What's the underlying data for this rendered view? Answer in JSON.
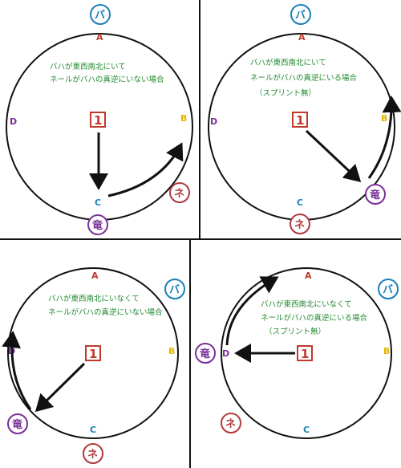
{
  "colors": {
    "divider": "#111111",
    "circle": "#111111",
    "arrow": "#111111",
    "note_text": "#1e8a2e",
    "marker_box": "#c0392b",
    "A": "#c0392b",
    "B": "#e2b400",
    "C": "#1a7fb8",
    "D": "#7a2f9a",
    "ba_token": "#1a7fb8",
    "ne_token": "#b03a3a",
    "ryu_token": "#7a2f9a"
  },
  "panels": [
    {
      "note_lines": [
        "バハが東西南北にいて",
        "ネールがバハの真逆にいない場合"
      ],
      "points": {
        "A": "A",
        "B": "B",
        "C": "C",
        "D": "D"
      },
      "marker": "1",
      "tokens": {
        "ba": "バ",
        "ne": "ネ",
        "ryu": "竜"
      }
    },
    {
      "note_lines": [
        "バハが東西南北にいて",
        "ネールがバハの真逆にいる場合",
        "（スプリント無）"
      ],
      "points": {
        "A": "A",
        "B": "B",
        "C": "C",
        "D": "D"
      },
      "marker": "1",
      "tokens": {
        "ba": "バ",
        "ne": "ネ",
        "ryu": "竜"
      }
    },
    {
      "note_lines": [
        "バハが東西南北にいなくて",
        "ネールがバハの真逆にいない場合"
      ],
      "points": {
        "A": "A",
        "B": "B",
        "C": "C",
        "D": "D"
      },
      "marker": "1",
      "tokens": {
        "ba": "バ",
        "ne": "ネ",
        "ryu": "竜"
      }
    },
    {
      "note_lines": [
        "バハが東西南北にいなくて",
        "ネールがバハの真逆にいる場合",
        "（スプリント無）"
      ],
      "points": {
        "A": "A",
        "B": "B",
        "C": "C",
        "D": "D"
      },
      "marker": "1",
      "tokens": {
        "ba": "バ",
        "ne": "ネ",
        "ryu": "竜"
      }
    }
  ]
}
